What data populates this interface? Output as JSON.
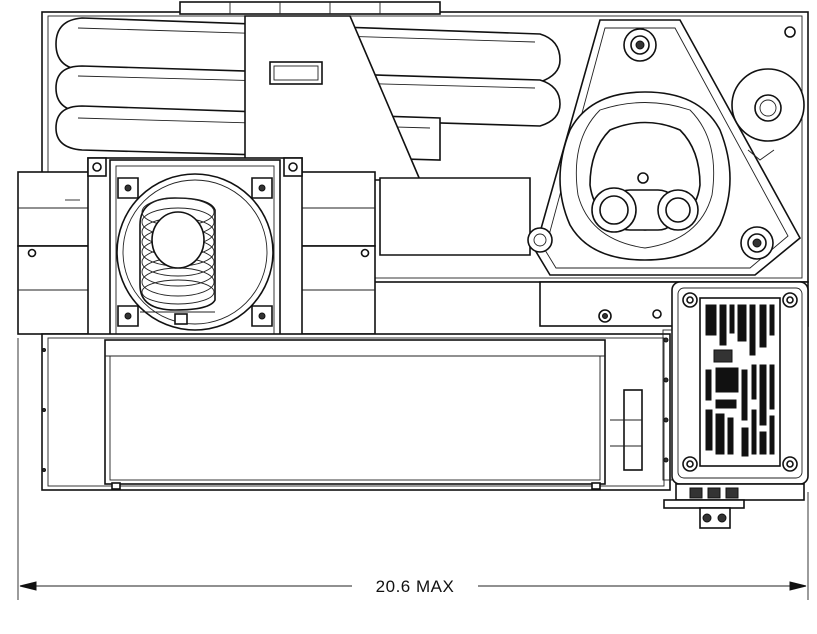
{
  "dimension": {
    "label": "20.6 MAX",
    "value": 20.6,
    "qualifier": "MAX"
  },
  "colors": {
    "line": "#111111",
    "background": "#ffffff",
    "fill_light": "#e9e9e9"
  }
}
